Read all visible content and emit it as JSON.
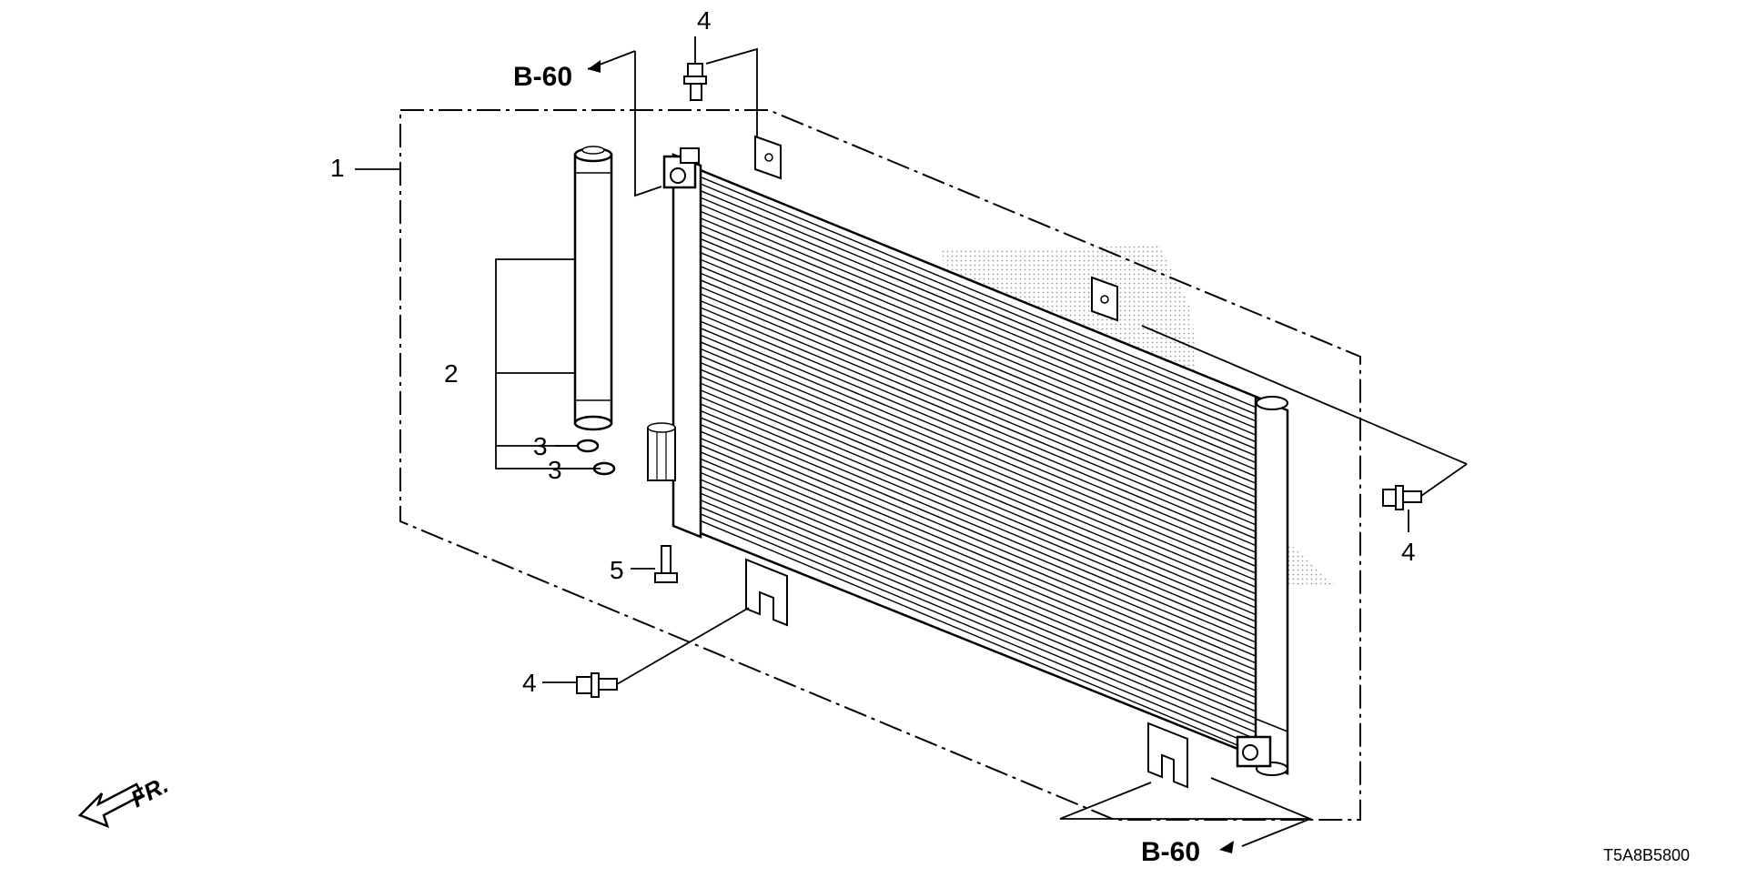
{
  "diagram": {
    "callouts": {
      "part_1": "1",
      "part_2": "2",
      "part_3a": "3",
      "part_3b": "3",
      "part_4_top": "4",
      "part_4_right": "4",
      "part_4_left": "4",
      "part_5": "5"
    },
    "references": {
      "top": "B-60",
      "bottom": "B-60"
    },
    "direction_label": "FR.",
    "drawing_code": "T5A8B5800"
  }
}
